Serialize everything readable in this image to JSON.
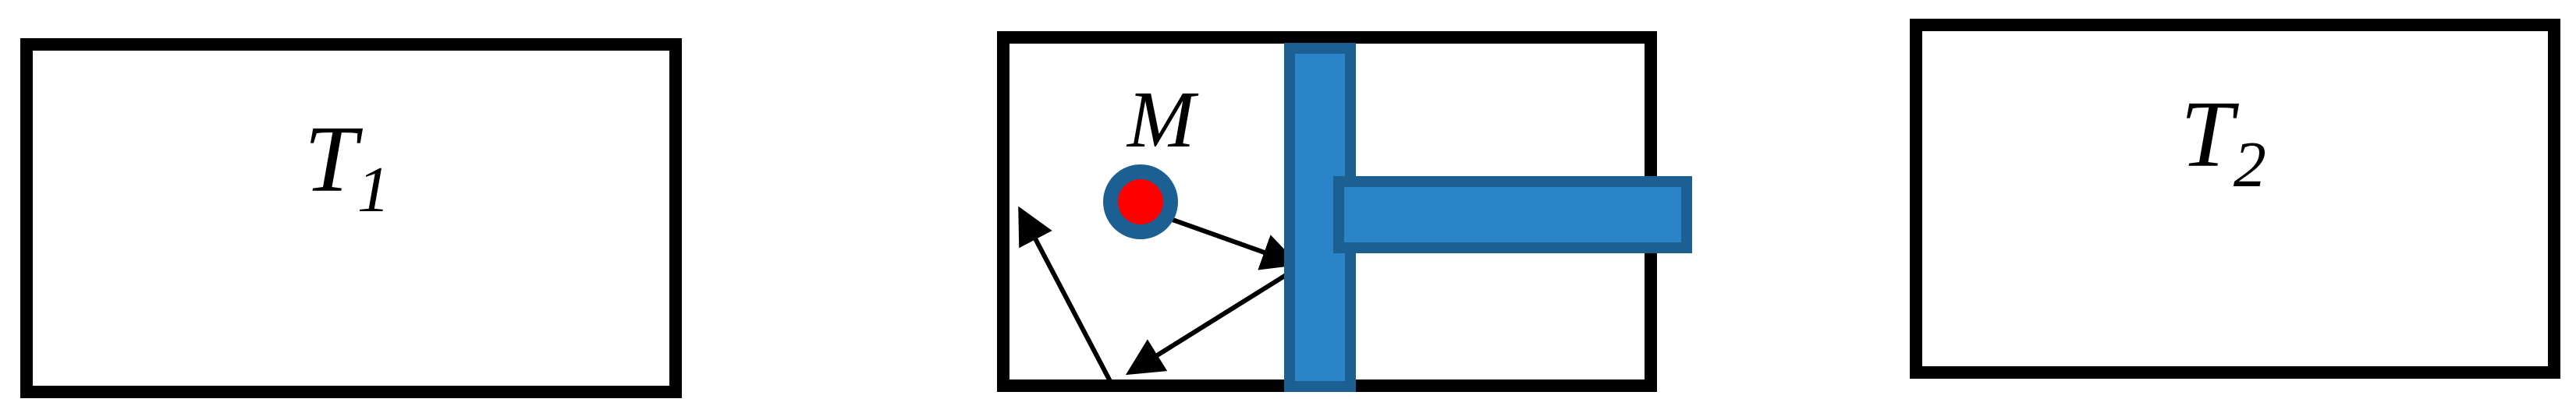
{
  "labels": {
    "left_box": {
      "main": "T",
      "sub": "1"
    },
    "right_box": {
      "main": "T",
      "sub": "2"
    },
    "particle": "M"
  },
  "colors": {
    "box_stroke": "#000000",
    "wall_fill": "#2a84c7",
    "wall_stroke": "#1b5f93",
    "particle_core": "#ff0000",
    "particle_ring": "#1b5f93",
    "arrow": "#000000",
    "background": "#ffffff"
  }
}
